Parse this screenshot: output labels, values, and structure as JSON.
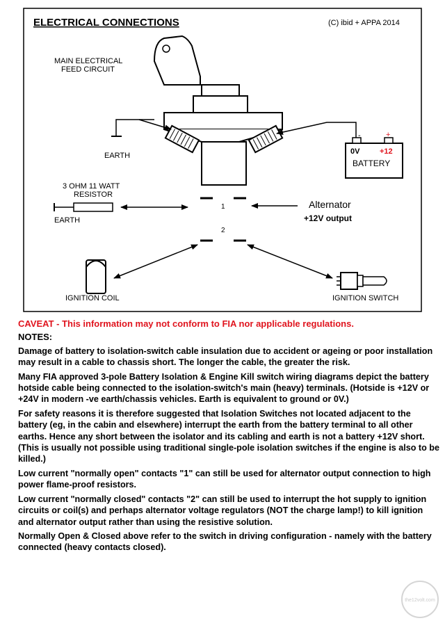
{
  "diagram": {
    "title": "ELECTRICAL CONNECTIONS",
    "copyright": "(C) ibid + APPA 2014",
    "labels": {
      "main_feed_line1": "MAIN ELECTRICAL",
      "main_feed_line2": "FEED CIRCUIT",
      "earth_top": "EARTH",
      "battery_neg": "0V",
      "battery_pos": "+12",
      "battery_neg_sign": "-",
      "battery_pos_sign": "+",
      "battery": "BATTERY",
      "resistor_line1": "3 OHM 11 WATT",
      "resistor_line2": "RESISTOR",
      "earth_resistor": "EARTH",
      "contact_1": "1",
      "contact_2": "2",
      "alternator": "Alternator",
      "alternator_output": "+12V output",
      "ignition_coil": "IGNITION COIL",
      "ignition_switch": "IGNITION SWITCH"
    }
  },
  "notes": {
    "caveat": "CAVEAT - This information may not conform to FIA nor applicable regulations.",
    "heading": "NOTES:",
    "paragraphs": [
      "Damage of battery to isolation-switch cable insulation due to accident or ageing or poor installation may result in a cable to chassis short.  The longer the cable, the greater the risk.",
      "Many FIA approved 3-pole Battery Isolation & Engine Kill switch wiring diagrams depict the battery hotside cable being connected to the isolation-switch's main (heavy) terminals.  (Hotside is +12V or +24V in modern -ve earth/chassis vehicles.  Earth is equivalent to ground or 0V.)",
      "For safety reasons it is therefore suggested that Isolation Switches not located adjacent to the battery (eg, in the cabin and elsewhere) interrupt the earth from the battery terminal to all other earths.  Hence any short between the isolator and its cabling and earth is not a battery +12V short.  (This is usually not possible using traditional single-pole isolation switches if the engine is also to be killed.)",
      "Low current \"normally open\" contacts \"1\" can still be used for alternator output connection to high power flame-proof resistors.",
      "Low current \"normally closed\" contacts \"2\" can still be used to interrupt the hot supply to ignition circuits or coil(s) and perhaps alternator voltage regulators (NOT the charge lamp!) to kill ignition and alternator output rather than using the resistive solution.",
      "Normally Open & Closed above refer to the switch in driving configuration - namely with the battery connected (heavy contacts closed)."
    ]
  },
  "watermark": "the12volt.com",
  "colors": {
    "caveat": "#e0141e",
    "battery_pos": "#e0141e"
  }
}
